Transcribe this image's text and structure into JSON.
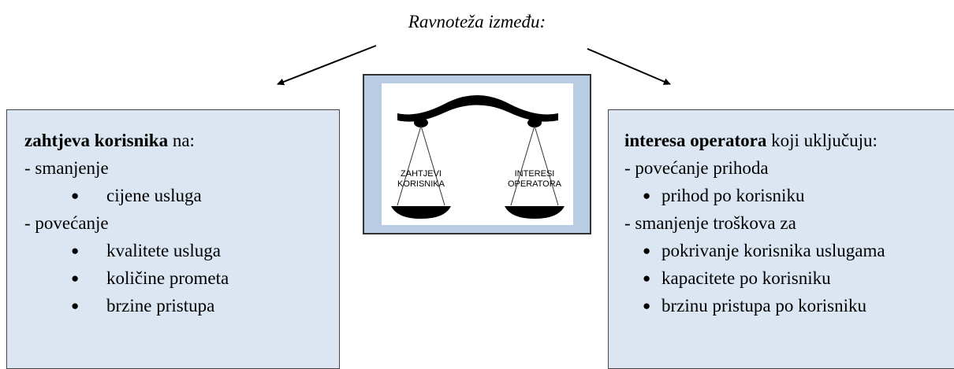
{
  "heading": "Ravnoteža između:",
  "left_box": {
    "title_bold": "zahtjeva korisnika",
    "title_rest": " na:",
    "section1": "- smanjenje",
    "section1_items": [
      "cijene usluga"
    ],
    "section2": "- povećanje",
    "section2_items": [
      "kvalitete usluga",
      "količine prometa",
      "brzine pristupa"
    ]
  },
  "right_box": {
    "title_bold": "interesa operatora",
    "title_rest": " koji uključuju:",
    "section1": "- povećanje prihoda",
    "section1_items": [
      "prihod po korisniku"
    ],
    "section2": "- smanjenje troškova za",
    "section2_items": [
      "pokrivanje korisnika uslugama",
      "kapacitete po korisniku",
      "brzinu pristupa po korisniku"
    ]
  },
  "scale": {
    "left_pan_line1": "ZAHTJEVI",
    "left_pan_line2": "KORISNIKA",
    "right_pan_line1": "INTERESI",
    "right_pan_line2": "OPERATORA"
  },
  "colors": {
    "box_fill": "#dce6f2",
    "frame_fill": "#b8cce4",
    "outline": "#333333"
  },
  "bullet_glyph": "●"
}
